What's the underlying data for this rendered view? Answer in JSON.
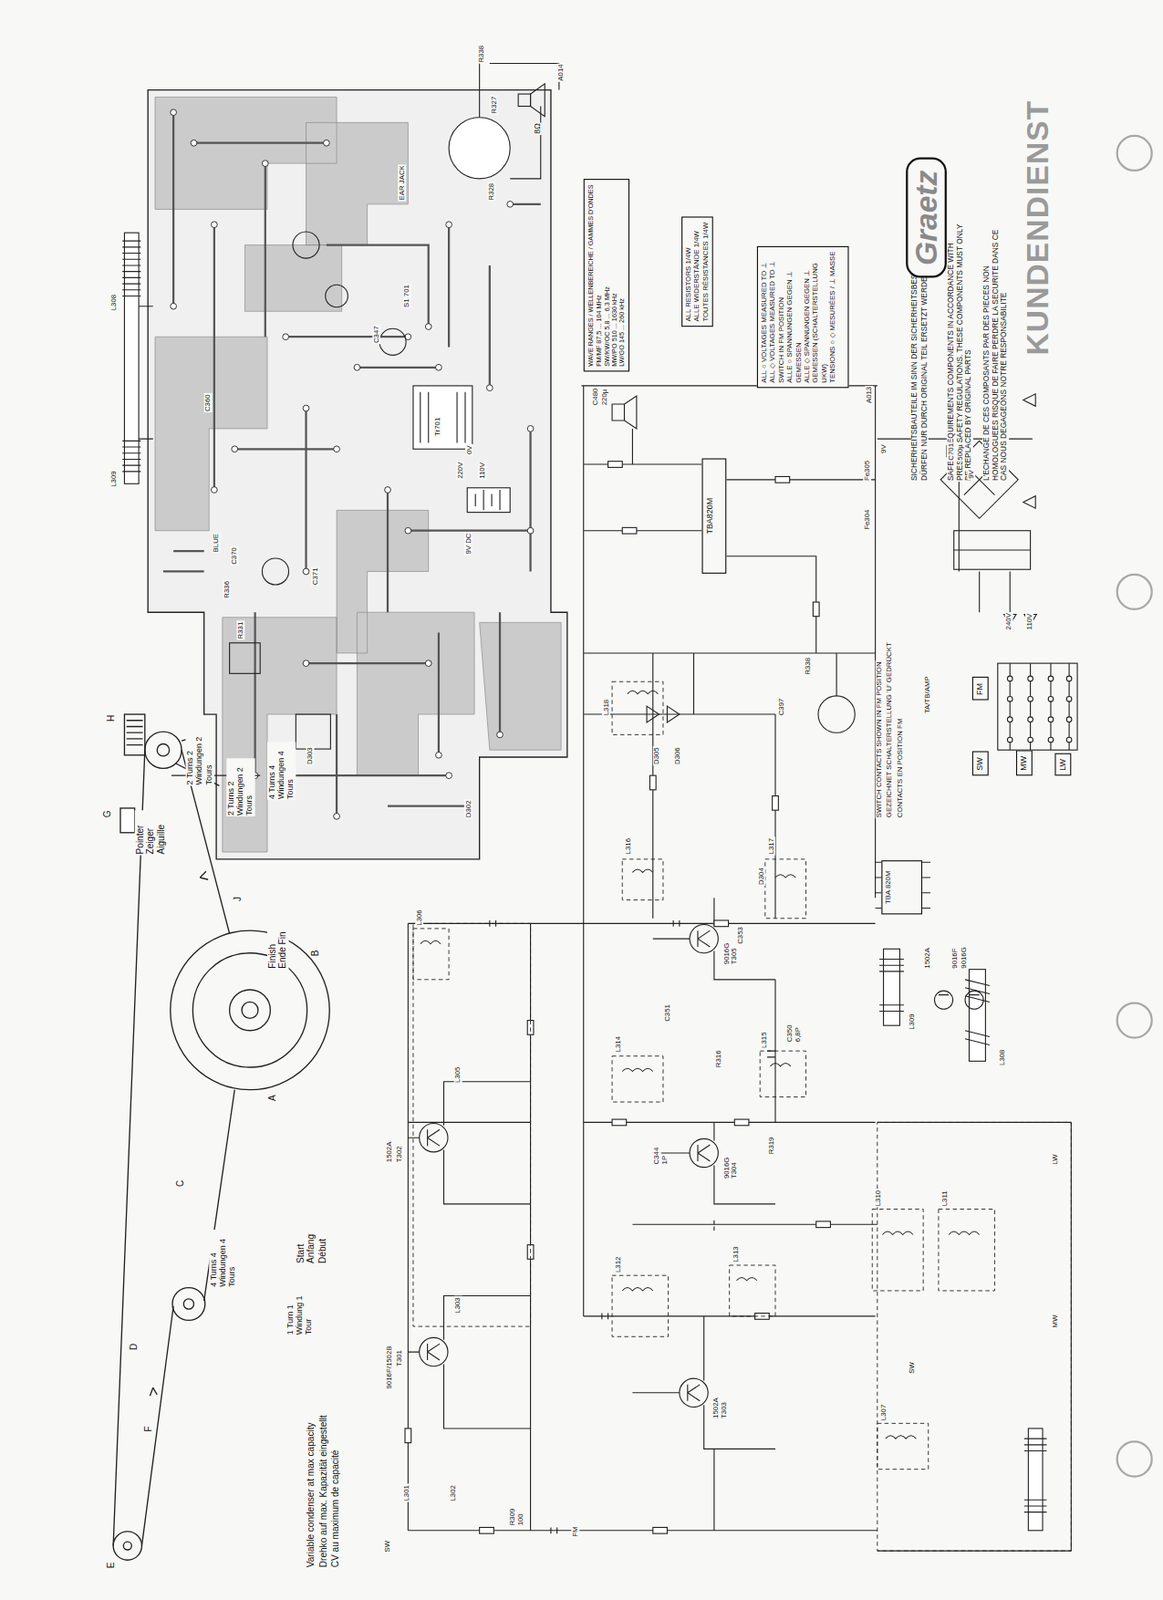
{
  "diagram": {
    "title": "KUNDENDIENST",
    "nodes": [
      {
        "text": [
          "WAVE RANGES / WELLENBEREICHE / GAMMES D'ONDES",
          "FM/MF 87,5 ... 104 MHz",
          "SW/KW/OC 5,8 ... 6,3 MHz",
          "MW/PO 510 ... 1630 kHz",
          "LW/GO 145 ... 260 kHz"
        ]
      },
      {
        "text": [
          "ALL RESISTORS 1/4W",
          "ALLE WIDERSTÄNDE 1/4W",
          "TOUTES RÉSISTANCES 1/4W"
        ]
      },
      {
        "text": [
          "ALL ○ VOLTAGES MEASURED TO ⊥",
          "ALL ◇ VOLTAGES MEASURED TO ⊥ SWITCH IN FM POSITION",
          "ALLE ○ SPANNUNGEN GEGEN ⊥ GEMESSEN",
          "ALLE ◇ SPANNUNGEN GEGEN ⊥ GEMESSEN (SCHALTERSTELLUNG UKW)",
          "TENSIONS ○ ◇ MESURÉES / ⊥ MASSE"
        ]
      },
      {
        "text": [
          "TBA820M"
        ]
      },
      {
        "text": [
          "FM"
        ]
      },
      {
        "text": [
          "SW"
        ]
      },
      {
        "text": [
          "MW"
        ]
      },
      {
        "text": [
          "LW"
        ]
      },
      {
        "text": [
          "TBA 820M"
        ]
      },
      {
        "text": [
          "Graetz"
        ]
      }
    ],
    "labels": [
      "SICHERHEITSBAUTEILE IM SINN DER SICHERHEITSBESTIMMUNGEN DÜRFEN NUR DURCH ORIGINAL TEIL ERSETZT WERDEN",
      "SAFETY REQUIREMENTS COMPONENTS IN ACCORDANCE WITH PRESENT SAFETY REGULATIONS. THESE COMPONENTS MUST ONLY BE REPLACED BY ORIGINAL PARTS",
      "L'ECHANGE DE CES COMPOSANTS PAR DES PIECES NON HOMOLOGUEES RISQUE DE FAIRE PERDRE LA SECURITE DANS CE CAS NOUS DEGAGEONS NOTRE RESPONSABILITE",
      "SWITCH CONTACTS SHOWN IN FM POSITION",
      "GEZEICHNET SCHALTERSTELLUNG 'U' GEDRÜCKT",
      "CONTACTS EN POSITION FM",
      "TA/TB/AMP",
      "1502A",
      "9016F",
      "9016G",
      "L309",
      "L308",
      "A013",
      "C701",
      "500µ",
      "9V",
      "Fe305",
      "Fe304",
      "240V",
      "110V",
      "C480",
      "220µ",
      "R338",
      "C397",
      "D305",
      "D306",
      "L318",
      "L316",
      "L317",
      "C353",
      "9016G",
      "T305",
      "9016G",
      "T304",
      "1502A",
      "T303",
      "1502A",
      "T302",
      "9016F/1502B",
      "T301",
      "L314",
      "L315",
      "L312",
      "L313",
      "L310",
      "L311",
      "L307",
      "L306",
      "L305",
      "L303",
      "L301",
      "L302",
      "R309",
      "100",
      "C344",
      "1P",
      "C350",
      "6,8P",
      "R316",
      "R319",
      "C351",
      "D304",
      "SW",
      "FM",
      "MW",
      "LW",
      "SW",
      "9V",
      "L308",
      "L309",
      "BLUE",
      "Tr701",
      "220V",
      "0V",
      "110V",
      "9V DC",
      "EAR JACK",
      "8Ω",
      "A014",
      "R338",
      "R327",
      "R328",
      "S1 701",
      "C360",
      "C370",
      "R336",
      "R331",
      "C371",
      "C347",
      "D303",
      "D302",
      "H",
      "G",
      "Pointer Zeiger Aiguille",
      "2 Turns 2 Windungen 2 Tours",
      "2 Turns 2 Windungen 2 Tours",
      "4 Turns 4 Windungen 4 Tours",
      "J",
      "Finish Ende Fin",
      "B",
      "A",
      "C",
      "D",
      "F",
      "E",
      "Start Anfang Début",
      "4 Turns 4 Windungen 4 Tours",
      "1 Turn 1 Windung 1 Tour",
      "Variable condenser at max capacity",
      "Drehko auf max. Kapazität eingestellt",
      "CV au maximum de capacité"
    ]
  }
}
